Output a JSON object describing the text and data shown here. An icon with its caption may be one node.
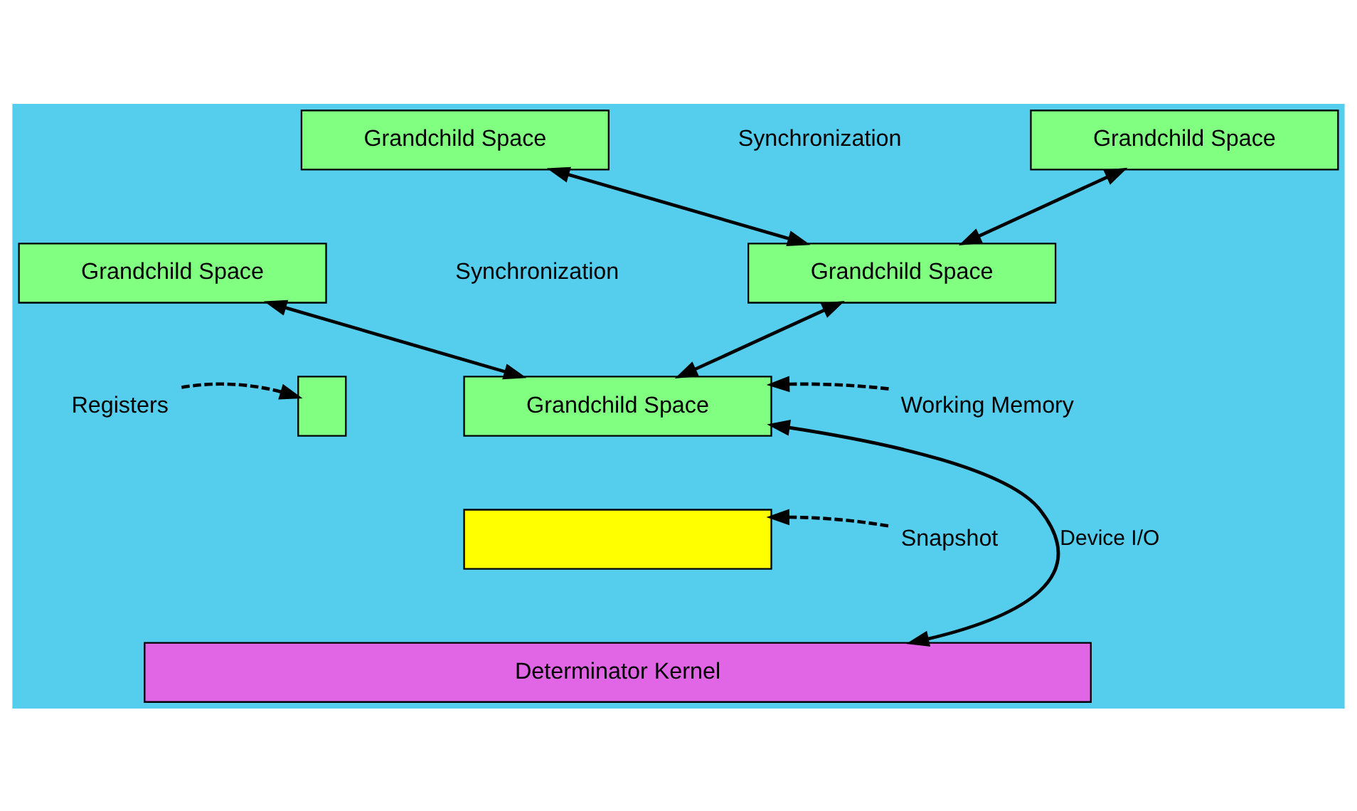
{
  "diagram": {
    "nodes": [
      {
        "text": [
          "Grandchild Space"
        ]
      },
      {
        "text": [
          "Grandchild Space"
        ]
      },
      {
        "text": [
          "Grandchild Space"
        ]
      },
      {
        "text": [
          "Grandchild Space"
        ]
      },
      {
        "text": [
          "Grandchild Space"
        ]
      },
      {
        "text": [],
        "shape": "box"
      },
      {
        "text": [],
        "shape": "box"
      },
      {
        "text": [
          "Determinator Kernel"
        ]
      },
      {
        "text": [
          "Registers"
        ]
      },
      {
        "text": [
          "Working Memory"
        ]
      },
      {
        "text": [
          "Snapshot"
        ]
      }
    ],
    "edges": [
      {
        "from": 0,
        "to": 3,
        "arrow": "both"
      },
      {
        "from": 1,
        "to": 3,
        "arrow": "both"
      },
      {
        "from": 2,
        "to": 4,
        "arrow": "both"
      },
      {
        "from": 3,
        "to": 4,
        "arrow": "both"
      },
      {
        "from": 4,
        "to": 7,
        "arrow": "both",
        "label": "Device I/O"
      },
      {
        "from": 8,
        "to": 5,
        "arrow": "to",
        "style": "dashed"
      },
      {
        "from": 9,
        "to": 4,
        "arrow": "to",
        "style": "dashed"
      },
      {
        "from": 10,
        "to": 6,
        "arrow": "to",
        "style": "dashed"
      }
    ],
    "labels": [
      "Synchronization",
      "Synchronization"
    ]
  }
}
